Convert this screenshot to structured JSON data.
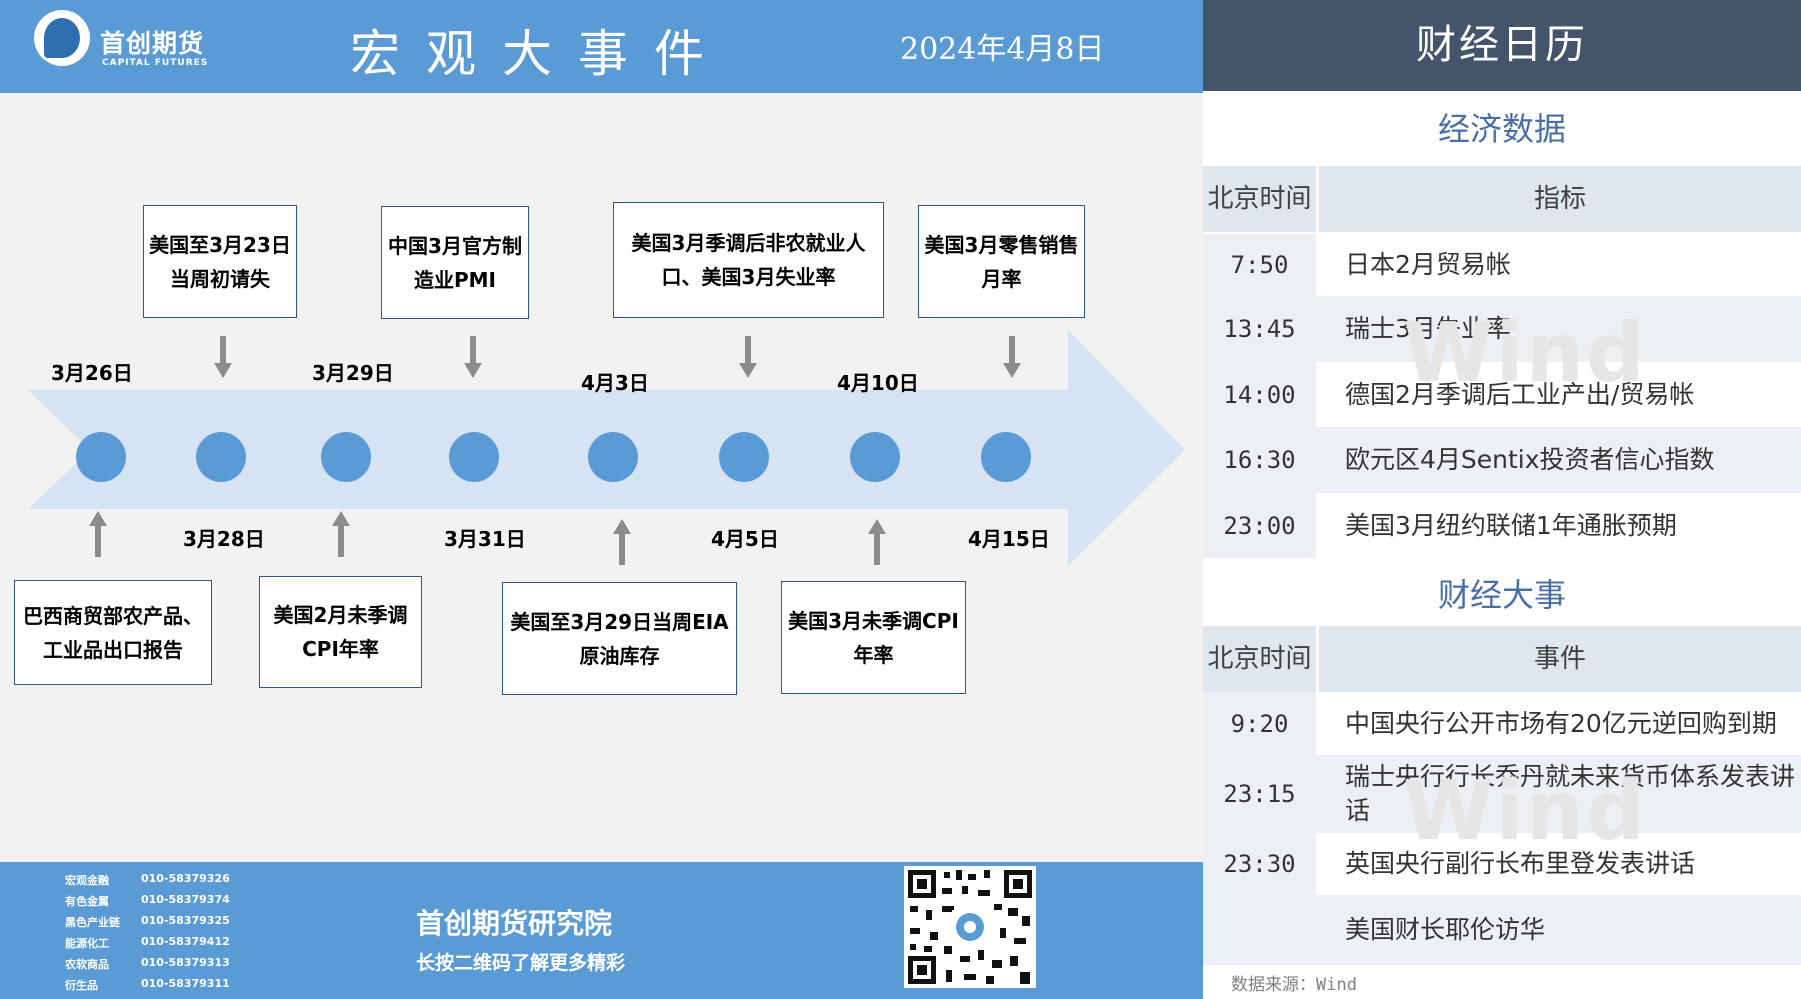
{
  "header": {
    "logo_cn": "首创期货",
    "logo_en": "CAPITAL FUTURES",
    "title": "宏观大事件",
    "date": "2024年4月8日"
  },
  "timeline": {
    "top_events": [
      {
        "text": "美国至3月23日当周初请失"
      },
      {
        "text": "中国3月官方制造业PMI"
      },
      {
        "text": "美国3月季调后非农就业人口、美国3月失业率"
      },
      {
        "text": "美国3月零售销售月率"
      }
    ],
    "bottom_events": [
      {
        "text": "巴西商贸部农产品、工业品出口报告"
      },
      {
        "text": "美国2月未季调CPI年率"
      },
      {
        "text": "美国至3月29日当周EIA原油库存"
      },
      {
        "text": "美国3月未季调CPI年率"
      }
    ],
    "top_dates": [
      "3月26日",
      "3月29日",
      "4月3日",
      "4月10日"
    ],
    "bottom_dates": [
      "3月28日",
      "3月31日",
      "4月5日",
      "4月15日"
    ]
  },
  "footer": {
    "contacts": [
      {
        "dept": "宏观金融",
        "phone": "010-58379326"
      },
      {
        "dept": "有色金属",
        "phone": "010-58379374"
      },
      {
        "dept": "黑色产业链",
        "phone": "010-58379325"
      },
      {
        "dept": "能源化工",
        "phone": "010-58379412"
      },
      {
        "dept": "农软商品",
        "phone": "010-58379313"
      },
      {
        "dept": "衍生品",
        "phone": "010-58379311"
      }
    ],
    "institute": "首创期货研究院",
    "qr_hint": "长按二维码了解更多精彩"
  },
  "calendar": {
    "title": "财经日历",
    "econ_section": "经济数据",
    "econ_headers": {
      "time": "北京时间",
      "item": "指标"
    },
    "econ_rows": [
      {
        "time": "7:50",
        "item": "日本2月贸易帐"
      },
      {
        "time": "13:45",
        "item": "瑞士3月失业率"
      },
      {
        "time": "14:00",
        "item": "德国2月季调后工业产出/贸易帐"
      },
      {
        "time": "16:30",
        "item": "欧元区4月Sentix投资者信心指数"
      },
      {
        "time": "23:00",
        "item": "美国3月纽约联储1年通胀预期"
      }
    ],
    "event_section": "财经大事",
    "event_headers": {
      "time": "北京时间",
      "item": "事件"
    },
    "event_rows": [
      {
        "time": "9:20",
        "item": "中国央行公开市场有20亿元逆回购到期"
      },
      {
        "time": "23:15",
        "item": "瑞士央行行长乔丹就未来货币体系发表讲话"
      },
      {
        "time": "23:30",
        "item": "英国央行副行长布里登发表讲话"
      },
      {
        "time": "",
        "item": "美国财长耶伦访华"
      }
    ],
    "watermark": "Wind",
    "source": "数据来源：Wind"
  },
  "colors": {
    "header_blue": "#5b9bd5",
    "dot_blue": "#5b9bd5",
    "arrow_fill": "#d6e3f3",
    "calendar_header": "#44546a",
    "section_text": "#4a6fa5"
  }
}
